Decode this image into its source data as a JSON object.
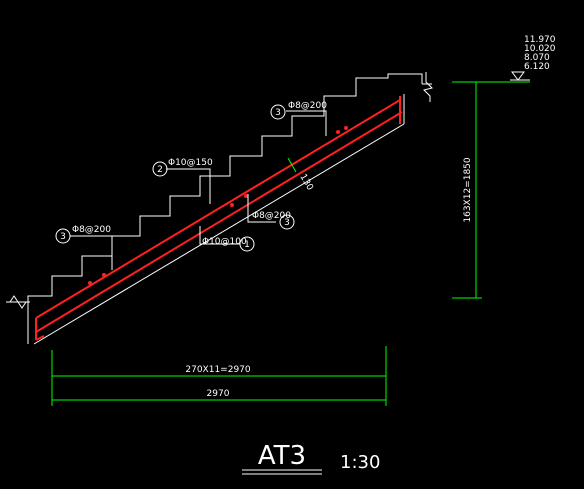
{
  "title": "AT3",
  "scale": "1:30",
  "elevations": [
    "11.970",
    "10.020",
    "8.070",
    "6.120"
  ],
  "dims": {
    "vertical": "163X12=1850",
    "horizontal_steps": "270X11=2970",
    "horizontal_total": "2970",
    "thickness": "130"
  },
  "callouts": [
    {
      "num": "3",
      "text": "Φ8@200"
    },
    {
      "num": "2",
      "text": "Φ10@150"
    },
    {
      "num": "3",
      "text": "Φ8@200"
    },
    {
      "num": "3",
      "text": "Φ8@200"
    },
    {
      "num": "1",
      "text": "Φ10@100"
    }
  ],
  "colors": {
    "background": "#000000",
    "outline": "#ffffff",
    "rebar": "#ff2020",
    "dimension": "#00ff00"
  }
}
